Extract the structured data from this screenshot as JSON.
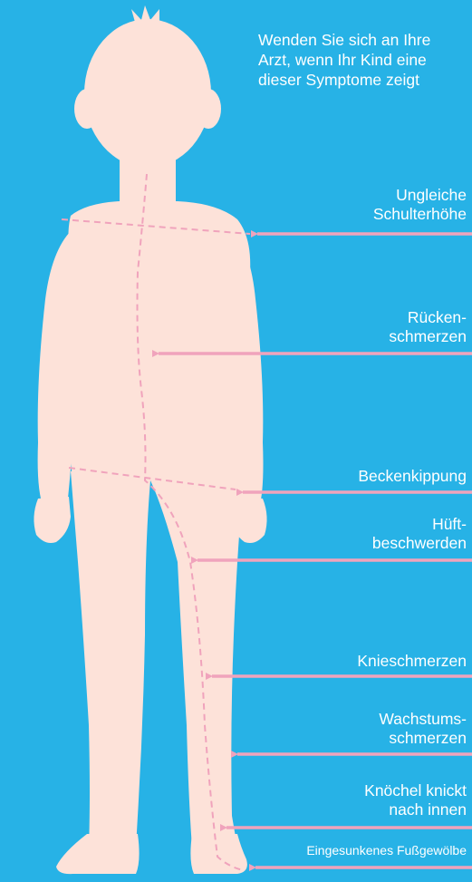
{
  "intro": {
    "line1": "Wenden Sie sich an Ihre",
    "line2": "Arzt, wenn Ihr Kind eine",
    "line3": "dieser Symptome zeigt"
  },
  "symptoms": [
    {
      "id": "uneven-shoulder",
      "line1": "Ungleiche",
      "line2": "Schulterhöhe"
    },
    {
      "id": "back-pain",
      "line1": "Rücken-",
      "line2": "schmerzen"
    },
    {
      "id": "pelvic-tilt",
      "line1": "Beckenkippung"
    },
    {
      "id": "hip-problems",
      "line1": "Hüft-",
      "line2": "beschwerden"
    },
    {
      "id": "knee-pain",
      "line1": "Knieschmerzen"
    },
    {
      "id": "growing-pains",
      "line1": "Wachstums-",
      "line2": "schmerzen"
    },
    {
      "id": "ankle-rolls-in",
      "line1": "Knöchel knickt",
      "line2": "nach innen"
    },
    {
      "id": "flat-arch",
      "line1": "Eingesunkenes Fußgewölbe"
    }
  ],
  "colors": {
    "background": "#27b2e6",
    "body": "#fde2d9",
    "marker": "#f0a3bc",
    "text": "#ffffff"
  }
}
